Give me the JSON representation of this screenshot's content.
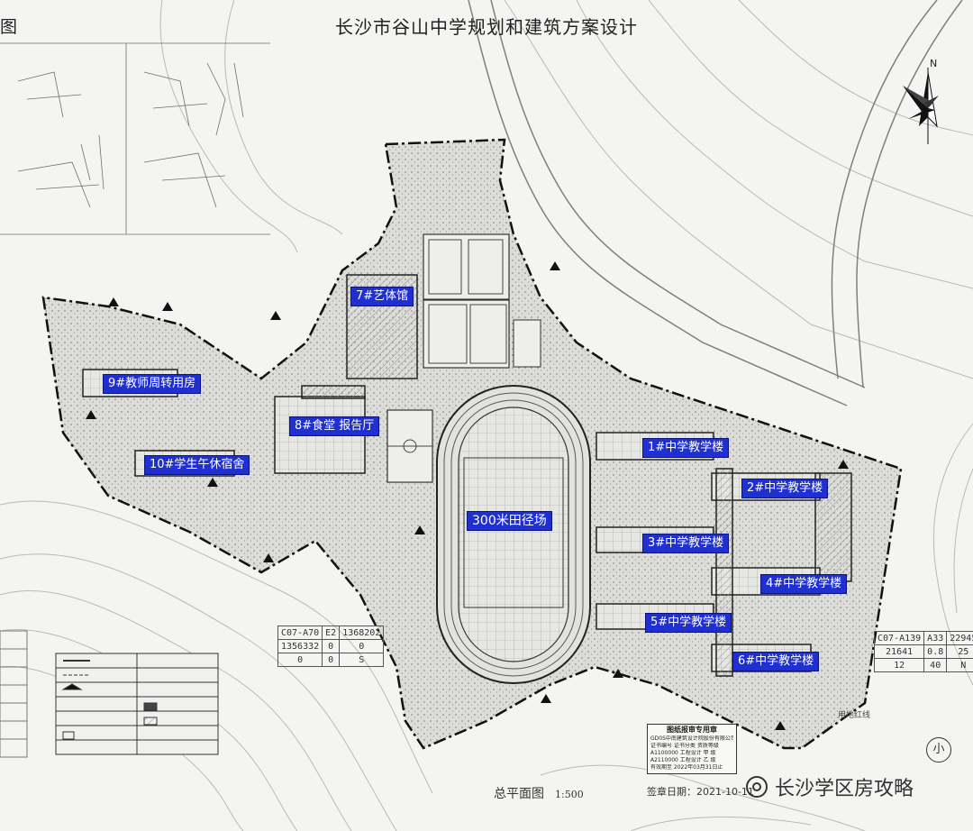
{
  "title": {
    "main": "长沙市谷山中学规划和建筑方案设计",
    "left_fragment": "图"
  },
  "buildings": [
    {
      "id": "art-hall",
      "label": "7#艺体馆"
    },
    {
      "id": "teacher-housing",
      "label": "9#教师周转用房"
    },
    {
      "id": "canteen",
      "label": "8#食堂 报告厅"
    },
    {
      "id": "dormitory",
      "label": "10#学生午休宿舍"
    },
    {
      "id": "track",
      "label": "300米田径场"
    },
    {
      "id": "teaching-1",
      "label": "1#中学教学楼"
    },
    {
      "id": "teaching-2",
      "label": "2#中学教学楼"
    },
    {
      "id": "teaching-3",
      "label": "3#中学教学楼"
    },
    {
      "id": "teaching-4",
      "label": "4#中学教学楼"
    },
    {
      "id": "teaching-5",
      "label": "5#中学教学楼"
    },
    {
      "id": "teaching-6",
      "label": "6#中学教学楼"
    }
  ],
  "left_table": {
    "rows": [
      [
        "C07-A70",
        "E2",
        "1368202"
      ],
      [
        "1356332",
        "0",
        "0"
      ],
      [
        "0",
        "0",
        "S"
      ]
    ]
  },
  "right_table": {
    "rows": [
      [
        "C07-A139",
        "A33",
        "22945"
      ],
      [
        "21641",
        "0.8",
        "25"
      ],
      [
        "12",
        "40",
        "N"
      ]
    ]
  },
  "approval": {
    "title": "图纸报审专用章",
    "lines": [
      "GD0S中南建筑设计院股份有限公司",
      "证书编号   证书分类   资质等级",
      "A1100000   工程设计   甲 级",
      "A2110000   工程设计   乙 级",
      "有效期至 2022年03月31日止"
    ]
  },
  "caption": {
    "plan": "总平面图",
    "scale": "1:500",
    "date": "签章日期：2021-10-11"
  },
  "north": "N",
  "stamp": "小",
  "land_note": "用地红线",
  "watermark": "长沙学区房攻略",
  "colors": {
    "label_fill": "#1f2fd0",
    "background": "#f4f4f2",
    "boundary": "#111111",
    "site_fill": "#d9d9d6"
  }
}
